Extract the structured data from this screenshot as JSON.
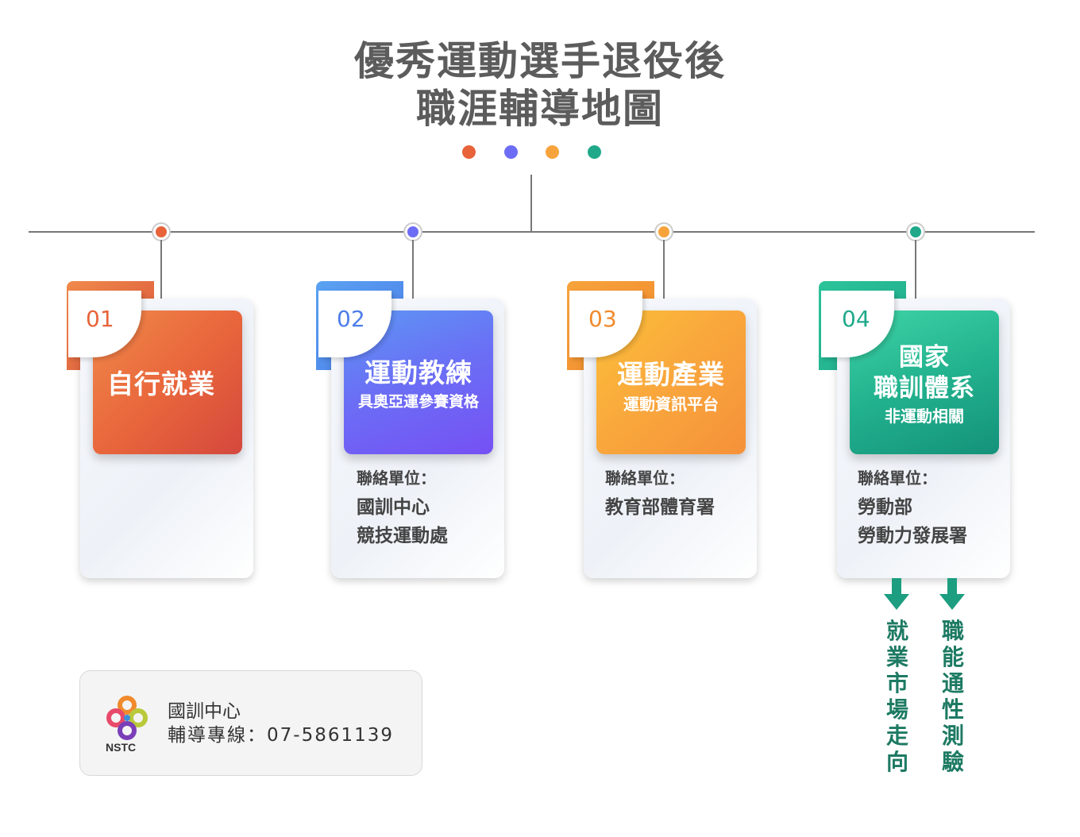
{
  "title": {
    "line1": "優秀運動選手退役後",
    "line2": "職涯輔導地圖"
  },
  "colors": {
    "orange_red": "#e8633a",
    "blue_purple": "#6d6cf5",
    "orange": "#f7a33c",
    "teal": "#1fa98a"
  },
  "cards": [
    {
      "num": "01",
      "title": "自行就業",
      "subtitle": "",
      "contact_label": "",
      "contact_lines": []
    },
    {
      "num": "02",
      "title": "運動教練",
      "subtitle": "具奧亞運參賽資格",
      "contact_label": "聯絡單位：",
      "contact_lines": [
        "國訓中心",
        "競技運動處"
      ]
    },
    {
      "num": "03",
      "title": "運動產業",
      "subtitle": "運動資訊平台",
      "contact_label": "聯絡單位：",
      "contact_lines": [
        "教育部體育署"
      ]
    },
    {
      "num": "04",
      "title": "國家\n職訓體系",
      "subtitle": "非運動相關",
      "contact_label": "聯絡單位：",
      "contact_lines": [
        "勞動部",
        "勞動力發展署"
      ]
    }
  ],
  "outcomes": [
    "就業市場走向",
    "職能通性測驗"
  ],
  "footer": {
    "logo_text": "NSTC",
    "line1": "國訓中心",
    "line2": "輔導專線：07-5861139"
  }
}
